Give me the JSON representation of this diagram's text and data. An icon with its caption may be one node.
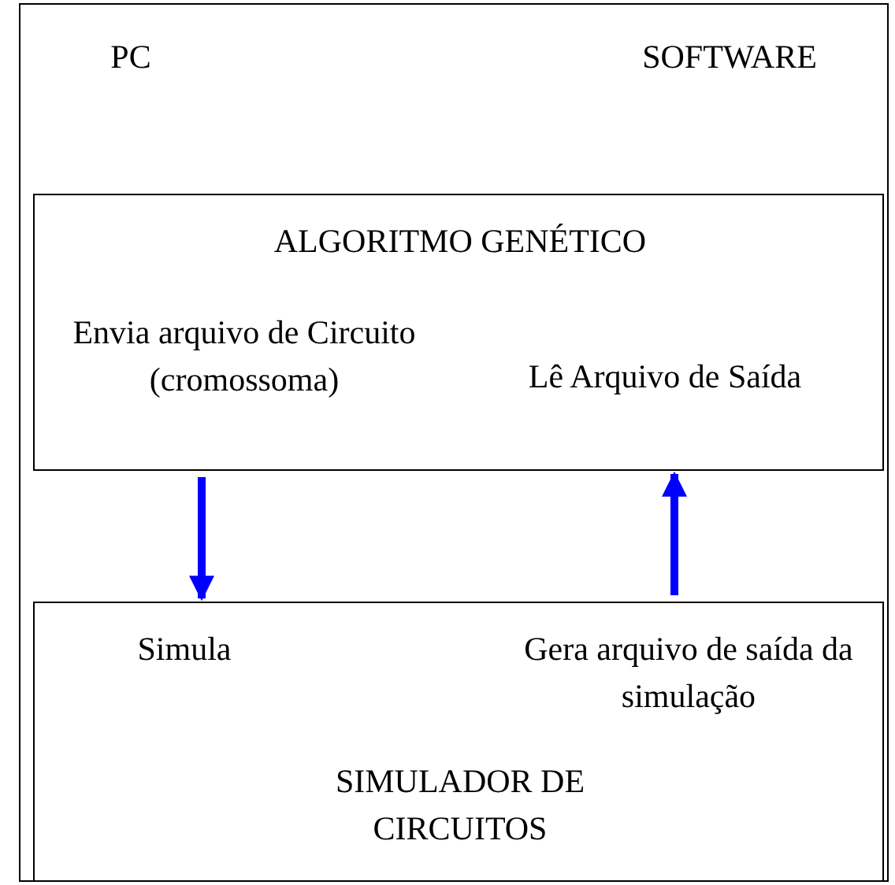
{
  "diagram": {
    "nodes": [
      {
        "text": [
          "PC",
          "SOFTWARE"
        ]
      },
      {
        "text": [
          "ALGORITMO GENÉTICO",
          "Envia arquivo de Circuito (cromossoma)",
          "Lê Arquivo de Saída"
        ],
        "in": 0
      },
      {
        "text": [
          "Simula",
          "Gera arquivo de saída da simulação",
          "SIMULADOR DE CIRCUITOS"
        ],
        "in": 0
      }
    ],
    "edges": [
      {
        "from": 1,
        "to": 2,
        "arrow": "to"
      },
      {
        "from": 2,
        "to": 1,
        "arrow": "to"
      }
    ]
  }
}
